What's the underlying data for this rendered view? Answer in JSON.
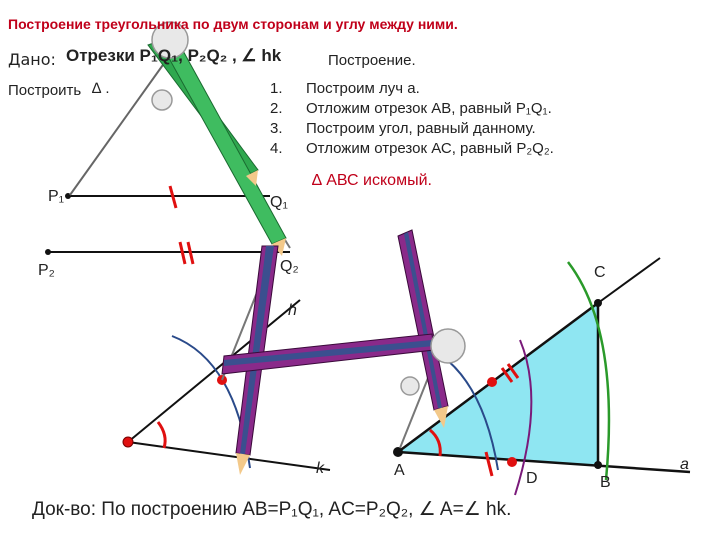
{
  "title": "Построение треугольника по двум сторонам и углу между ними.",
  "given": {
    "label": "Дано:",
    "text": "Отрезки P₁Q₁, P₂Q₂ , ∠ hk"
  },
  "build": {
    "label": "Построить",
    "triangle": "∆ ."
  },
  "construction": {
    "title": "Построение.",
    "steps": [
      {
        "num": "1.",
        "text": "Построим луч a."
      },
      {
        "num": "2.",
        "text": "Отложим отрезок АВ, равный P₁Q₁."
      },
      {
        "num": "3.",
        "text": "Построим угол, равный данному."
      },
      {
        "num": "4.",
        "text": "Отложим отрезок АС, равный P₂Q₂."
      }
    ]
  },
  "result": "∆ АВС искомый.",
  "proof": "Док-во: По построению AB=P₁Q₁, AC=P₂Q₂, ∠ A=∠ hk.",
  "points": {
    "p1": "P₁",
    "q1": "Q₁",
    "p2": "P₂",
    "q2": "Q₂",
    "h": "h",
    "k": "k",
    "a": "A",
    "d": "D",
    "b": "B",
    "c": "C",
    "ray": "a"
  },
  "colors": {
    "accent": "#c0001a",
    "pencil_green": "#2fa84f",
    "pencil_purple": "#8a2a8a",
    "triangle_fill": "#8fe6f2",
    "arc_blue": "#2a4a8a",
    "arc_green": "#2a9a2a",
    "point": "#c01010"
  }
}
